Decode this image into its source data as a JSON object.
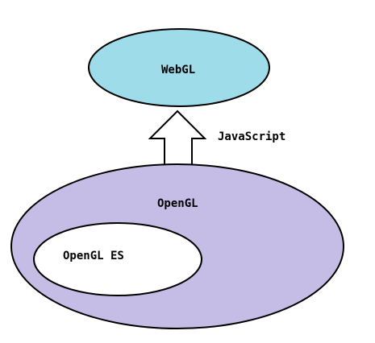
{
  "diagram": {
    "webgl": {
      "label": "WebGL",
      "fill": "#9fdce9"
    },
    "arrow": {
      "label": "JavaScript",
      "fill": "#ffffff"
    },
    "opengl": {
      "label": "OpenGL",
      "fill": "#c6bde6"
    },
    "opengl_es": {
      "label": "OpenGL ES",
      "fill": "#ffffff"
    },
    "stroke_color": "#000000"
  }
}
